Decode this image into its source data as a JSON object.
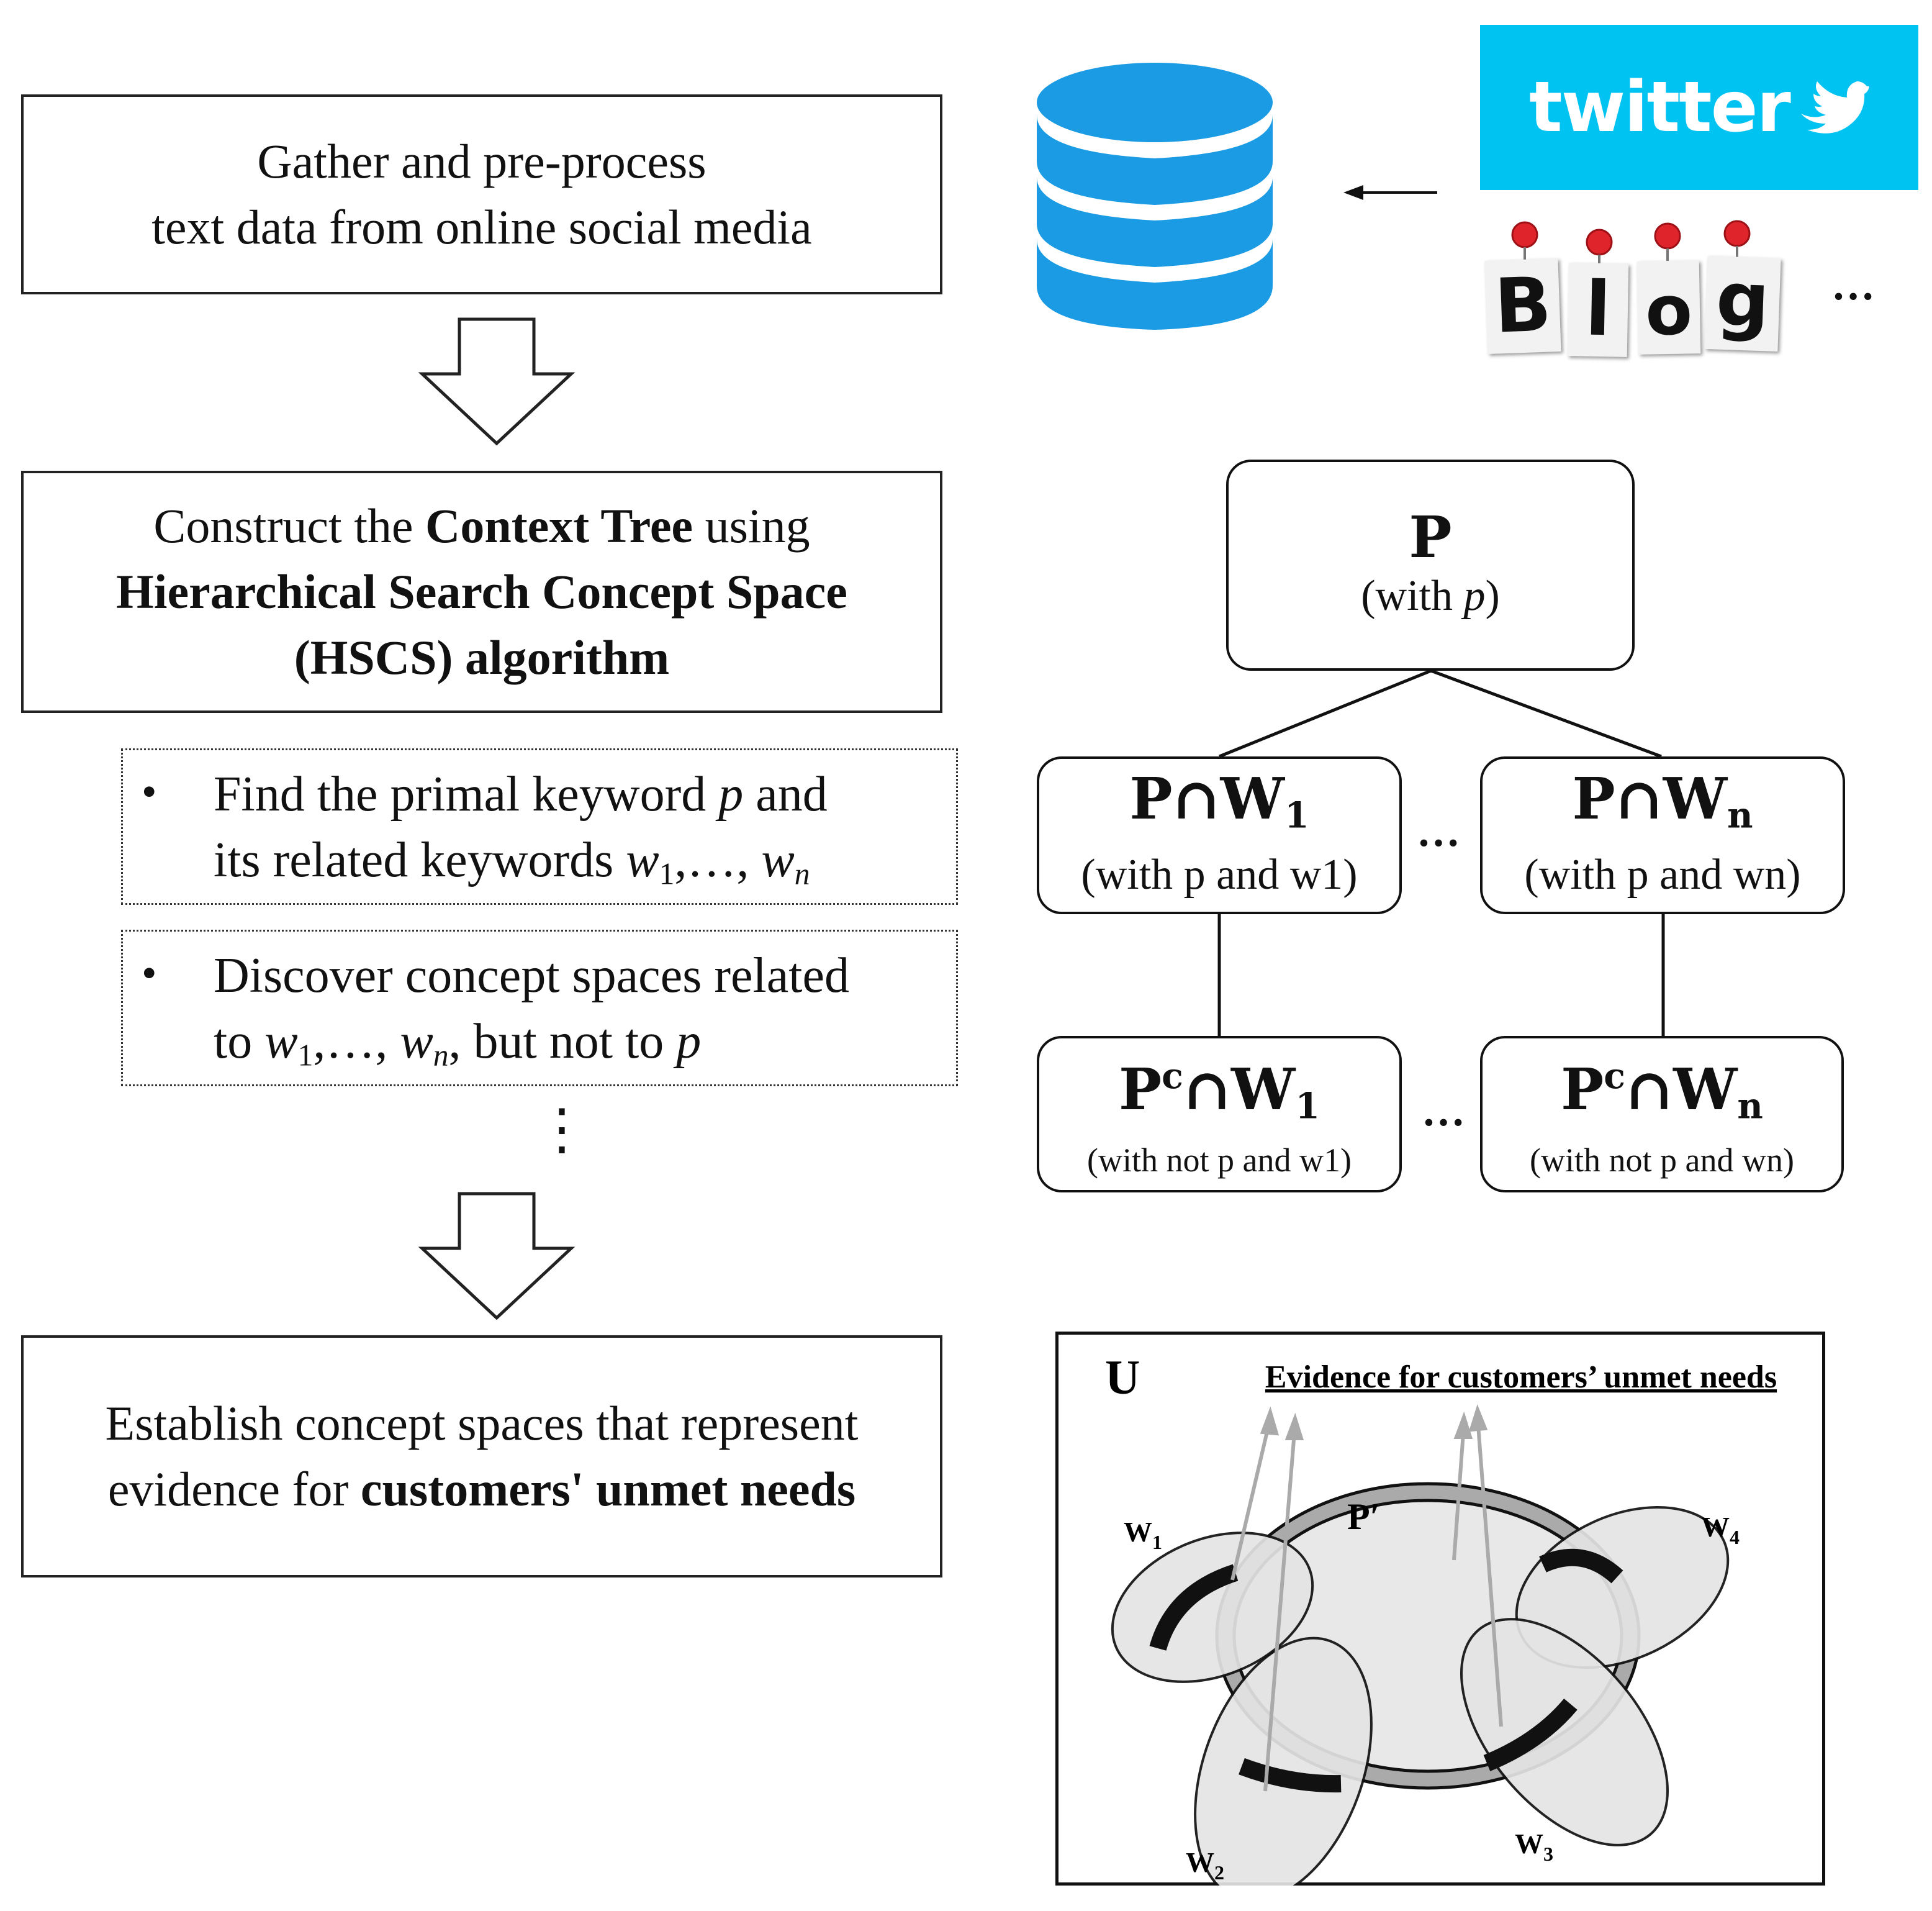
{
  "flow": {
    "step1": {
      "line1": "Gather and pre-process",
      "line2": "text data from online social media"
    },
    "step2": {
      "part1": "Construct the ",
      "bold1": "Context Tree",
      "part2": " using",
      "line2": "Hierarchical Search Concept Space",
      "line3": "(HSCS) algorithm"
    },
    "bullet1": {
      "text_a": "Find the primal keyword ",
      "p": "p",
      "text_b": " and",
      "text_c": "its related keywords ",
      "w": "w",
      "sub1": "1",
      "mid": ",…, ",
      "subn": "n"
    },
    "bullet2": {
      "text_a": "Discover concept spaces related",
      "text_b": "to ",
      "w": "w",
      "sub1": "1",
      "mid": ",…, ",
      "subn": "n",
      "text_c": ", but not to ",
      "p": "p"
    },
    "vdots": "⋮",
    "step3": {
      "line1": "Establish concept spaces that represent",
      "part2": "evidence for ",
      "bold2": "customers' unmet needs"
    }
  },
  "sources": {
    "twitter_label": "twitter",
    "blog_letters": [
      "B",
      "l",
      "o",
      "g"
    ],
    "more": "…"
  },
  "tree": {
    "root": {
      "title": "P",
      "sub_a": "(with ",
      "sub_p": "p",
      "sub_b": ")"
    },
    "left_mid": {
      "title_a": "P∩W",
      "title_sub": "1",
      "sub": "(with p and w1)"
    },
    "right_mid": {
      "title_a": "P∩W",
      "title_sub": "n",
      "sub": "(with p and wn)"
    },
    "left_bot": {
      "title_a": "P",
      "title_sup": "c",
      "title_b": "∩W",
      "title_sub": "1",
      "sub": "(with not p and w1)"
    },
    "right_bot": {
      "title_a": "P",
      "title_sup": "c",
      "title_b": "∩W",
      "title_sub": "n",
      "sub": "(with not p and wn)"
    },
    "dots": "…"
  },
  "venn": {
    "universe": "U",
    "title": "Evidence for customers’ unmet needs",
    "p_label": "P′",
    "labels": [
      "W1",
      "W2",
      "W3",
      "W4"
    ]
  },
  "colors": {
    "twitter": "#00c3f2",
    "db": "#1a9be3",
    "ring": "#aaaaaa",
    "ellipse": "#e8e8e8"
  }
}
